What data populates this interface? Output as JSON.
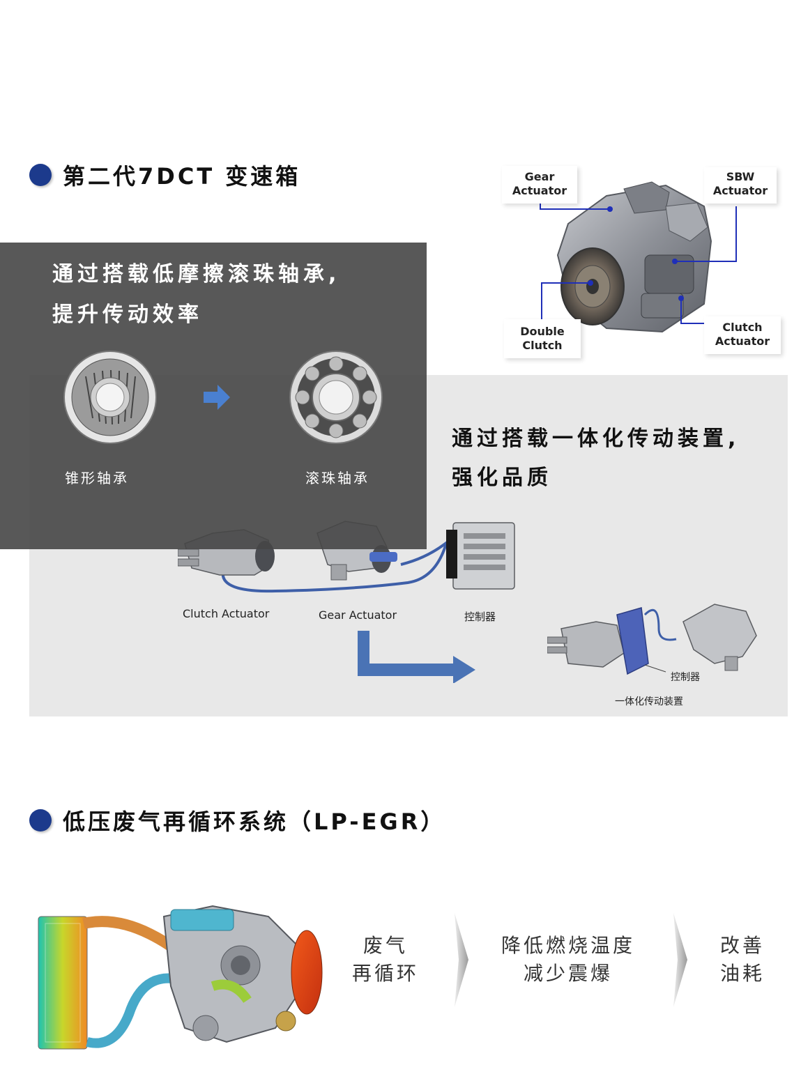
{
  "section1": {
    "title": "第二代7DCT 变速箱"
  },
  "callouts": {
    "gear": [
      "Gear",
      "Actuator"
    ],
    "sbw": [
      "SBW",
      "Actuator"
    ],
    "double": [
      "Double",
      "Clutch"
    ],
    "clutch": [
      "Clutch",
      "Actuator"
    ]
  },
  "bearing": {
    "heading_line1": "通过搭载低摩擦滚珠轴承,",
    "heading_line2": "提升传动效率",
    "left_label": "锥形轴承",
    "right_label": "滚珠轴承"
  },
  "integration": {
    "heading_line1": "通过搭载一体化传动装置,",
    "heading_line2": "强化品质",
    "clutch_label": "Clutch Actuator",
    "gear_label": "Gear Actuator",
    "controller_label": "控制器",
    "controller_label2": "控制器",
    "integrated_label": "一体化传动装置"
  },
  "section2": {
    "title": "低压废气再循环系统（LP-EGR）"
  },
  "flow": [
    {
      "line1": "废气",
      "line2": "再循环"
    },
    {
      "line1": "降低燃烧温度",
      "line2": "减少震爆"
    },
    {
      "line1": "改善",
      "line2": "油耗"
    }
  ],
  "colors": {
    "accent": "#1c3a8c",
    "arrow": "#4a73b5",
    "line": "#1f2fb8"
  }
}
